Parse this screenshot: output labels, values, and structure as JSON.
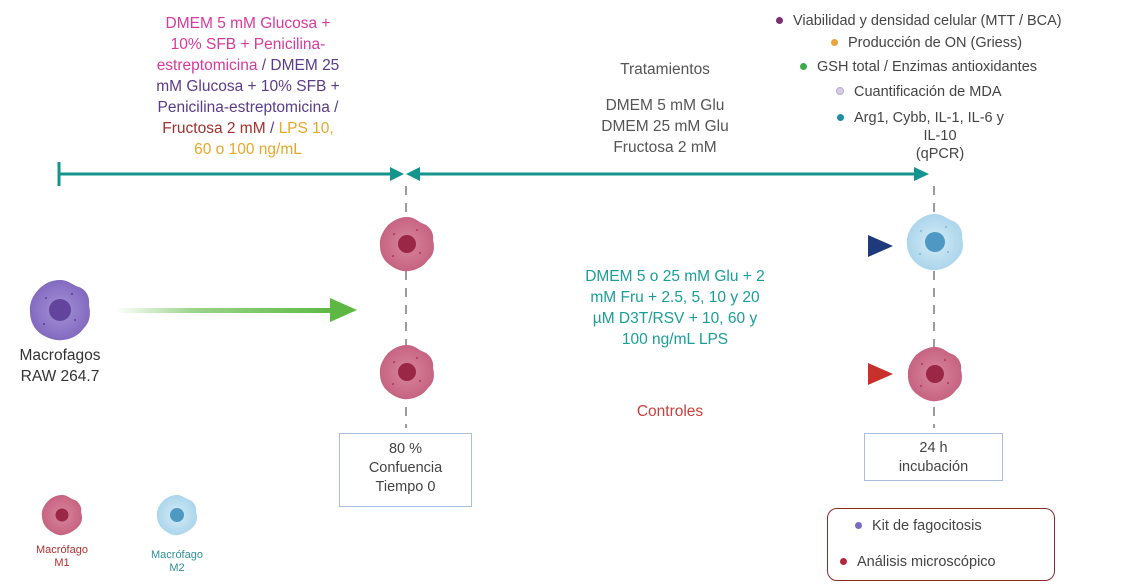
{
  "left_condition": {
    "part1": "DMEM 5 mM Glucosa + 10% SFB + Penicilina-estreptomicina",
    "sep1": " / ",
    "part2": "DMEM 25 mM Glucosa + 10% SFB + Penicilina-estreptomicina /",
    "part3": "Fructosa 2 mM",
    "sep2": " / ",
    "part4": "LPS 10, 60 o 100 ng/mL",
    "line1": "DMEM 5 mM Glucosa +",
    "line2": "10% SFB + Penicilina-",
    "line3a": "estreptomicina",
    "line3b": " / DMEM 25",
    "line4": "mM Glucosa + 10% SFB +",
    "line5": "Penicilina-estreptomicina /",
    "line6a": "Fructosa 2 mM",
    "line6b": " / ",
    "line6c": "LPS 10,",
    "line7": "60 o 100 ng/mL"
  },
  "treatments": {
    "title": "Tratamientos",
    "line1": "DMEM 5 mM Glu",
    "line2": "DMEM 25 mM Glu",
    "line3": "Fructosa 2 mM"
  },
  "assays": [
    {
      "label": "Viabilidad y densidad celular (MTT / BCA)",
      "color": "#7a2f73"
    },
    {
      "label": "Producción de ON (Griess)",
      "color": "#e8a63a"
    },
    {
      "label": "GSH total / Enzimas antioxidantes",
      "color": "#3cab47"
    },
    {
      "label": "Cuantificación de MDA",
      "color": "#d9cde6"
    },
    {
      "label": "Arg1, Cybb, IL-1, IL-6 y",
      "color": "#1f8fa0"
    }
  ],
  "assays_cont": {
    "line1": "IL-10",
    "line2": "(qPCR)"
  },
  "macrophage": {
    "line1": "Macrofagos",
    "line2": "RAW 264.7"
  },
  "mix": {
    "line1": "DMEM 5 o 25 mM Glu + 2",
    "line2": "mM Fru + 2.5,  5, 10 y 20",
    "line3": "µM D3T/RSV + 10, 60 y",
    "line4": "100 ng/mL LPS"
  },
  "controls": "Controles",
  "box_start": {
    "line1": "80 %",
    "line2": "Confuencia",
    "line3": "Tiempo 0"
  },
  "box_end": {
    "line1": "24 h",
    "line2": "incubación"
  },
  "legend_m1": {
    "line1": "Macrófago",
    "line2": "M1"
  },
  "legend_m2": {
    "line1": "Macrófago",
    "line2": "M2"
  },
  "kit_box": [
    {
      "label": "Kit de fagocitosis",
      "color": "#7b6ac4"
    },
    {
      "label": "Análisis microscópico",
      "color": "#b0263a"
    }
  ],
  "colors": {
    "teal": "#13958d",
    "navy": "#1f3a7a",
    "red": "#c8302b",
    "green": "#5cb842",
    "m1_cell": "#c96a86",
    "m2_cell": "#b6dcef",
    "raw_cell": "#8b74c6"
  }
}
